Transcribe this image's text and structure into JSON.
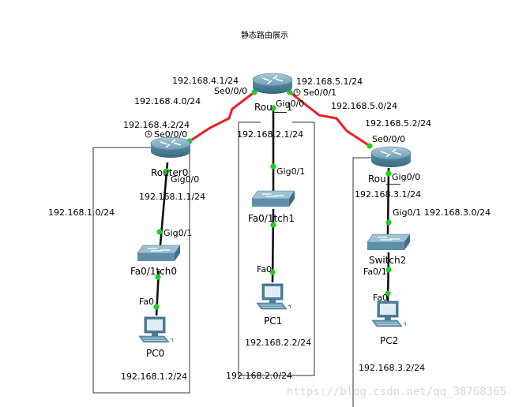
{
  "title": "静态路由展示",
  "watermark": "https://blog.csdn.net/qq_38768365",
  "colors": {
    "serial_link": "#e8202a",
    "ethernet_link": "#111111",
    "port_dot": "#22cc22",
    "router": "#5e8ea8",
    "switch": "#6a9ab0",
    "pc": "#4d7f99"
  },
  "devices": {
    "router0": {
      "label": "Router0",
      "icon": "router-icon"
    },
    "router1": {
      "label": "Rou___1",
      "icon": "router-icon"
    },
    "router2": {
      "label": "Rou___",
      "icon": "router-icon"
    },
    "switch0": {
      "label": "Fa0/1tch0",
      "icon": "switch-icon"
    },
    "switch1": {
      "label": "Fa0/1tch1",
      "icon": "switch-icon"
    },
    "switch2": {
      "label": "Switch2",
      "icon": "switch-icon"
    },
    "pc0": {
      "label": "PC0",
      "icon": "pc-icon"
    },
    "pc1": {
      "label": "PC1",
      "icon": "pc-icon"
    },
    "pc2": {
      "label": "PC2",
      "icon": "pc-icon"
    }
  },
  "labels": {
    "r1_se000_ip": "192.168.4.1/24",
    "r1_se000": "Se0/0/0",
    "r1_se001_ip": "192.168.5.1/24",
    "r1_se001": "Se0/0/1",
    "r1_gig00": "Gig0/0",
    "net_4": "192.168.4.0/24",
    "net_5": "192.168.5.0/24",
    "r0_se000_ip": "192.168.4.2/24",
    "r0_se000": "Se0/0/0",
    "r0_gig00": "Gig0/0",
    "r0_gig00_ip": "192.168.1.1/24",
    "r1_gig00_ip": "192.168.2.1/24",
    "r2_se000_ip": "192.168.5.2/24",
    "r2_se000": "Se0/0/0",
    "r2_gig00": "Gig0/0",
    "r2_gig00_ip": "192.168.3.1/24",
    "net_1": "192.168.1.0/24",
    "net_2": "192.168.2.0/24",
    "net_3": "192.168.3.0/24",
    "sw0_gig01": "Gig0/1",
    "sw1_gig01": "Gig0/1",
    "sw2_gig01": "Gig0/1",
    "sw2_fa01": "Fa0/1",
    "sw1_fa0": "Fa0",
    "pc0_fa0": "Fa0",
    "pc2_fa0": "Fa0",
    "pc0_ip": "192.168.1.2/24",
    "pc1_ip": "192.168.2.2/24",
    "pc2_ip": "192.168.3.2/24"
  }
}
